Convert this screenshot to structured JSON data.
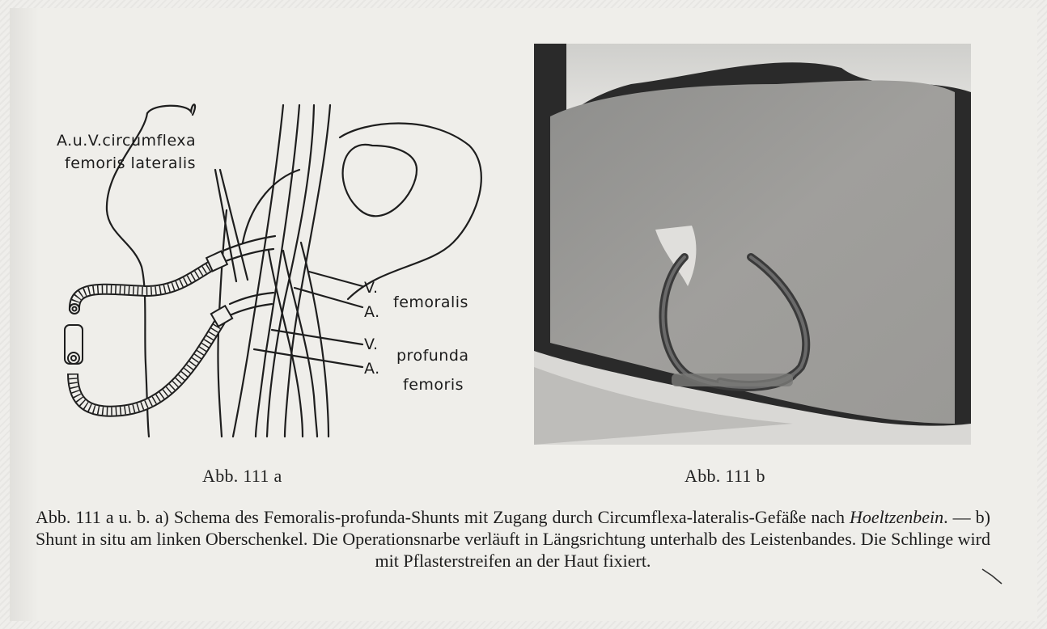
{
  "figure_a": {
    "labels": {
      "circumflexa_line1": "A.u.V.circumflexa",
      "circumflexa_line2": "femoris lateralis",
      "v_femoralis": "V.",
      "a_femoralis": "A.",
      "femoralis": "femoralis",
      "v_profunda": "V.",
      "a_profunda": "A.",
      "profunda": "profunda",
      "femoris": "femoris"
    },
    "caption_label": "Abb. 111 a"
  },
  "figure_b": {
    "caption_label": "Abb. 111 b"
  },
  "caption": {
    "part1": "Abb. 111 a u. b. a) Schema des Femoralis-profunda-Shunts mit Zugang durch Circumflexa-lateralis-Gefäße nach ",
    "author": "Hoeltzenbein",
    "part2": ". — b) Shunt in situ am linken Oberschenkel. Die Operationsnarbe verläuft in Längsrichtung unterhalb des Leistenbandes. Die Schlinge wird mit Pflasterstreifen an der Haut fixiert."
  }
}
